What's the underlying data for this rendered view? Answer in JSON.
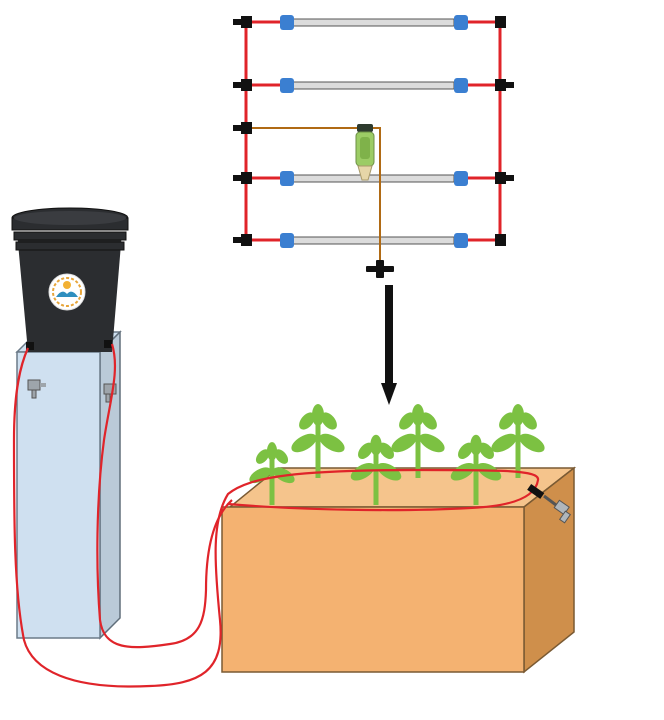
{
  "diagram": {
    "background_color": "#ffffff",
    "tubing_color": "#e0242a",
    "connector_color": "#3b7fd1",
    "fitting_color": "#111111",
    "pipe_color": "#dcdcdc",
    "brown_tube_color": "#b06a14",
    "filter_color": "#9ccc65",
    "bucket_color": "#2b2d30",
    "stand_color": "#cfe0f0",
    "box_front_color": "#f4b271",
    "box_top_color": "#f5c48c",
    "box_side_color": "#cf8f4b",
    "plant_color": "#7cc142",
    "arrow_color": "#111111",
    "components": {
      "manifold": "drip-tube-manifold",
      "filter": "inline-filter",
      "bucket": "water-bucket",
      "bucket_logo": "circular-logo",
      "stand": "bucket-stand",
      "planter": "raised-planter-box",
      "plants": 6,
      "arrow_direction": "down"
    }
  }
}
